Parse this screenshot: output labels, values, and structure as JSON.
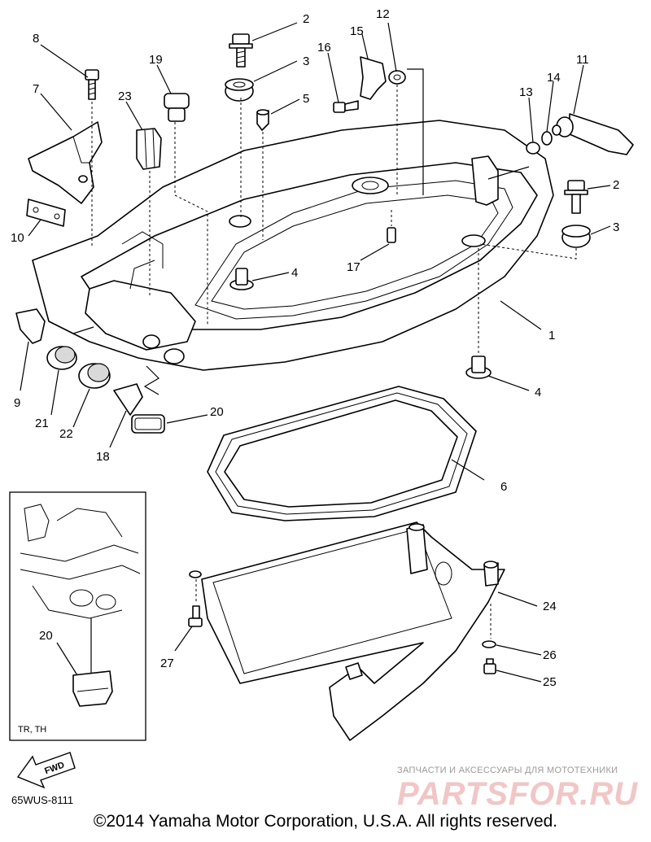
{
  "labels": {
    "1": "1",
    "2": "2",
    "2b": "2",
    "3": "3",
    "3b": "3",
    "4": "4",
    "4b": "4",
    "5": "5",
    "6": "6",
    "7": "7",
    "8": "8",
    "9": "9",
    "10": "10",
    "11": "11",
    "12": "12",
    "13": "13",
    "14": "14",
    "15": "15",
    "16": "16",
    "17": "17",
    "18": "18",
    "19": "19",
    "20": "20",
    "20b": "20",
    "21": "21",
    "22": "22",
    "23": "23",
    "24": "24",
    "25": "25",
    "26": "26",
    "27": "27"
  },
  "inset": {
    "model_label": "TR, TH"
  },
  "fwd_label": "FWD",
  "part_code": "65WUS-8111",
  "copyright": "©2014 Yamaha Motor Corporation, U.S.A. All rights reserved.",
  "watermark": {
    "tagline": "ЗАПЧАСТИ И АКСЕССУАРЫ ДЛЯ МОТОТЕХНИКИ",
    "logo": "PARTSFOR.RU",
    "color": "#e8a0a0"
  }
}
